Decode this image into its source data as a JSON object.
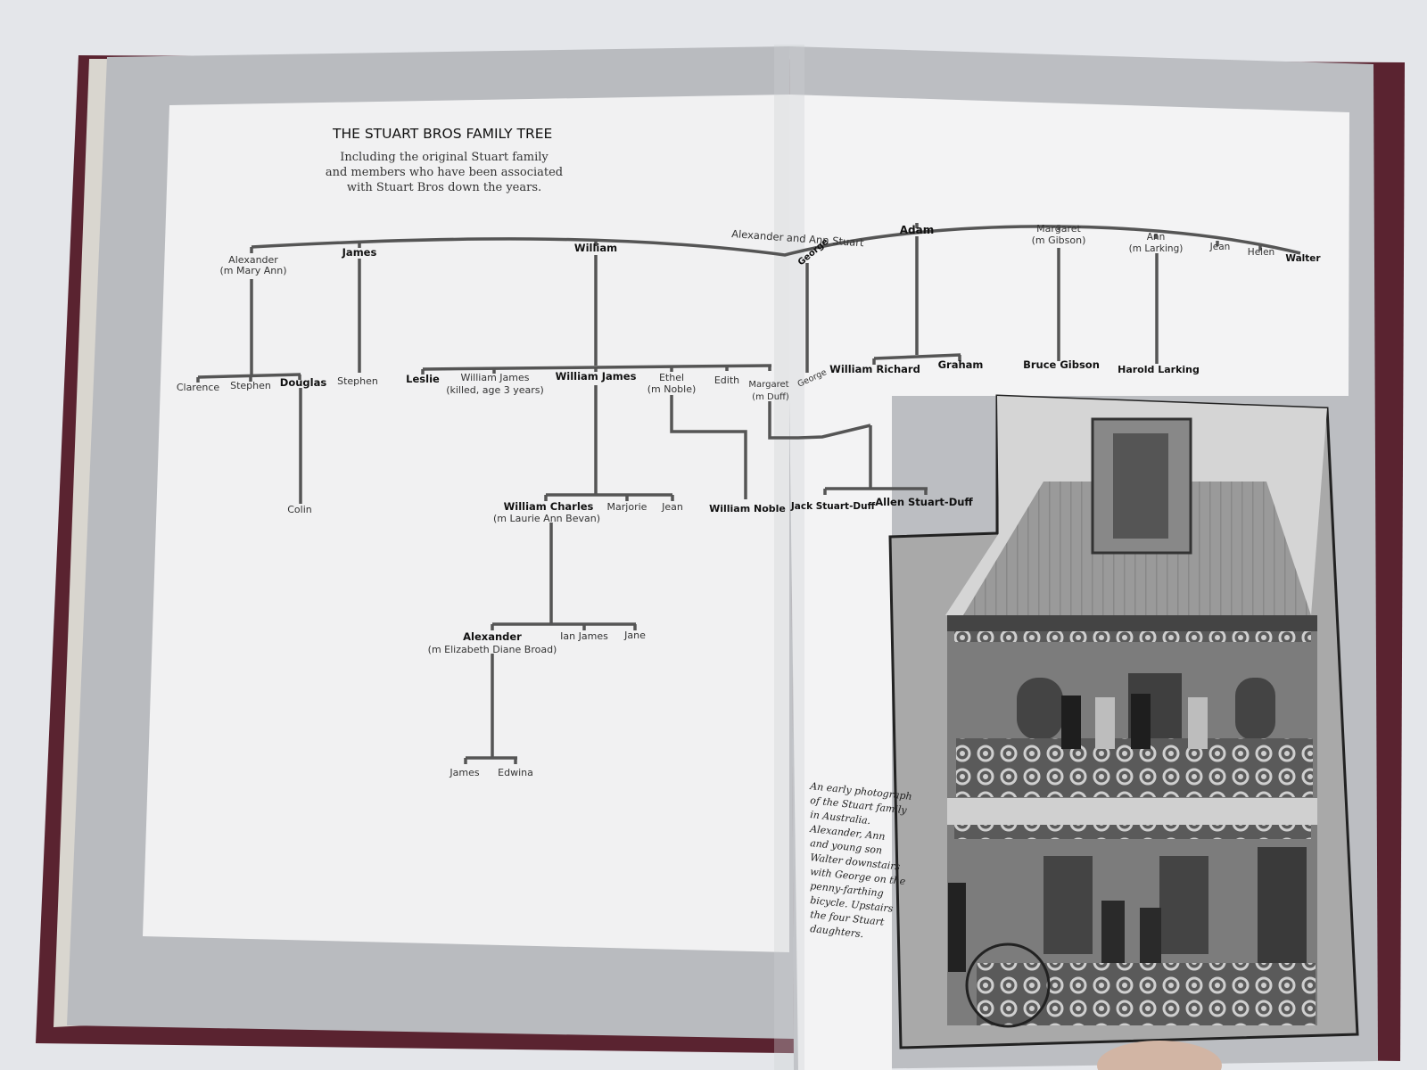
{
  "tree": {
    "title": "THE STUART BROS FAMILY TREE",
    "subtitle_lines": [
      "Including the original Stuart family",
      "and members who have been associated",
      "with Stuart Bros down the years."
    ],
    "root": "Alexander and Ann Stuart",
    "gen1": {
      "alexander": "Alexander",
      "alexander_note": "(m Mary Ann)",
      "james": "James",
      "william": "William",
      "george": "George",
      "adam": "Adam",
      "margaret": "Margaret",
      "margaret_note": "(m Gibson)",
      "ann": "Ann",
      "ann_note": "(m Larking)",
      "jean": "Jean",
      "helen": "Helen",
      "walter": "Walter"
    },
    "gen2": {
      "clarence": "Clarence",
      "stephen_a": "Stephen",
      "douglas": "Douglas",
      "stephen_j": "Stephen",
      "leslie": "Leslie",
      "william_james_killed": "William James",
      "william_james_killed_note": "(killed, age 3 years)",
      "william_james": "William James",
      "ethel": "Ethel",
      "ethel_note": "(m Noble)",
      "edith": "Edith",
      "margaret_duff": "Margaret",
      "margaret_duff_note": "(m Duff)",
      "george_jr": "George",
      "william_richard": "William Richard",
      "graham": "Graham",
      "bruce_gibson": "Bruce Gibson",
      "harold_larking": "Harold Larking"
    },
    "gen3": {
      "colin": "Colin",
      "william_charles": "William Charles",
      "william_charles_note": "(m Laurie Ann Bevan)",
      "marjorie": "Marjorie",
      "jean": "Jean",
      "william_noble": "William Noble",
      "jack_stuart_duff": "Jack Stuart-Duff",
      "allen_stuart_duff": "Allen Stuart-Duff"
    },
    "gen4": {
      "alexander": "Alexander",
      "alexander_note": "(m Elizabeth Diane Broad)",
      "ian_james": "Ian James",
      "jane": "Jane"
    },
    "gen5": {
      "james": "James",
      "edwina": "Edwina"
    }
  },
  "photo_caption": [
    "An early photograph",
    "of the Stuart family",
    "in Australia.",
    "Alexander, Ann",
    "and young son",
    "Walter downstairs",
    "with George on the",
    "penny-farthing",
    "bicycle. Upstairs",
    "the four Stuart",
    "daughters."
  ],
  "colors": {
    "background": "#e4e6ea",
    "page_margin": "#b9bbbf",
    "panel": "#f1f1f2",
    "cover": "#5a2330",
    "line": "#555555"
  }
}
